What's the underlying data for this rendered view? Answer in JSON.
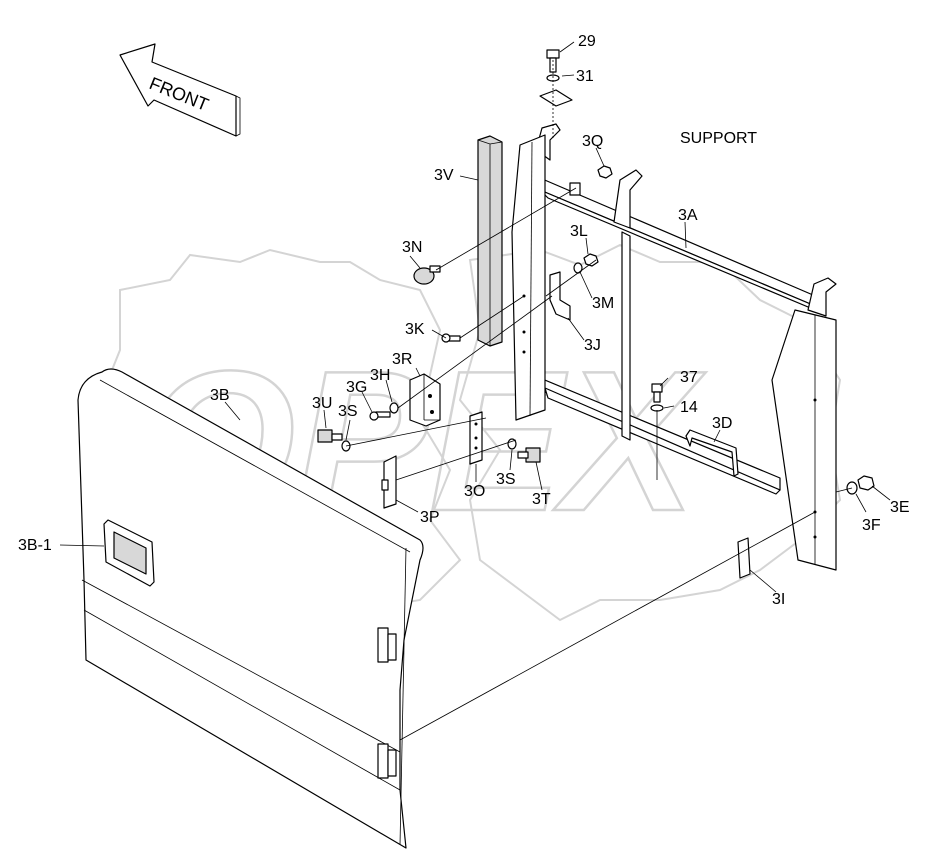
{
  "diagram": {
    "front_arrow_text": "FRONT",
    "support_text": "SUPPORT",
    "watermark_text": "OPEX",
    "corner_mark": "",
    "callouts": {
      "c29": "29",
      "c31": "31",
      "c3Q": "3Q",
      "c3V": "3V",
      "c3A": "3A",
      "c3N": "3N",
      "c3L": "3L",
      "c3M": "3M",
      "c3K": "3K",
      "c3J": "3J",
      "c3R": "3R",
      "c3H": "3H",
      "c3G": "3G",
      "c3U": "3U",
      "c3S_left": "3S",
      "c3B": "3B",
      "c37": "37",
      "c14": "14",
      "c3D": "3D",
      "c3O": "3O",
      "c3S_right": "3S",
      "c3T": "3T",
      "c3P": "3P",
      "c3E": "3E",
      "c3F": "3F",
      "c3B1": "3B-1",
      "c3I": "3I"
    }
  }
}
